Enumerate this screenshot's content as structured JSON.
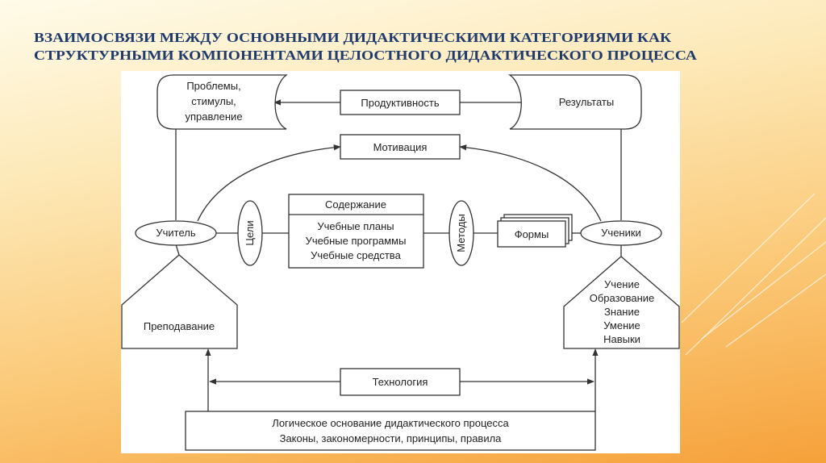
{
  "title": {
    "line1": "ВЗАИМОСВЯЗИ МЕЖДУ ОСНОВНЫМИ ДИДАКТИЧЕСКИМИ КАТЕГОРИЯМИ КАК",
    "line2": "СТРУКТУРНЫМИ КОМПОНЕНТАМИ ЦЕЛОСТНОГО ДИДАКТИЧЕСКОГО ПРОЦЕССА"
  },
  "diagram": {
    "problems": [
      "Проблемы,",
      "стимулы,",
      "управление"
    ],
    "productivity": "Продуктивность",
    "results": "Результаты",
    "motivation": "Мотивация",
    "teacher": "Учитель",
    "goals": "Цели",
    "content_header": "Содержание",
    "content_items": [
      "Учебные планы",
      "Учебные программы",
      "Учебные средства"
    ],
    "methods": "Методы",
    "forms": "Формы",
    "students": "Ученики",
    "teaching": "Преподавание",
    "learning_items": [
      "Учение",
      "Образование",
      "Знание",
      "Умение",
      "Навыки"
    ],
    "technology": "Технология",
    "basis": [
      "Логическое основание дидактического процесса",
      "Законы, закономерности, принципы, правила"
    ]
  },
  "colors": {
    "title": "#1f3b6e",
    "background_bottom": "#f6a13a",
    "background_top": "#fffbea"
  }
}
